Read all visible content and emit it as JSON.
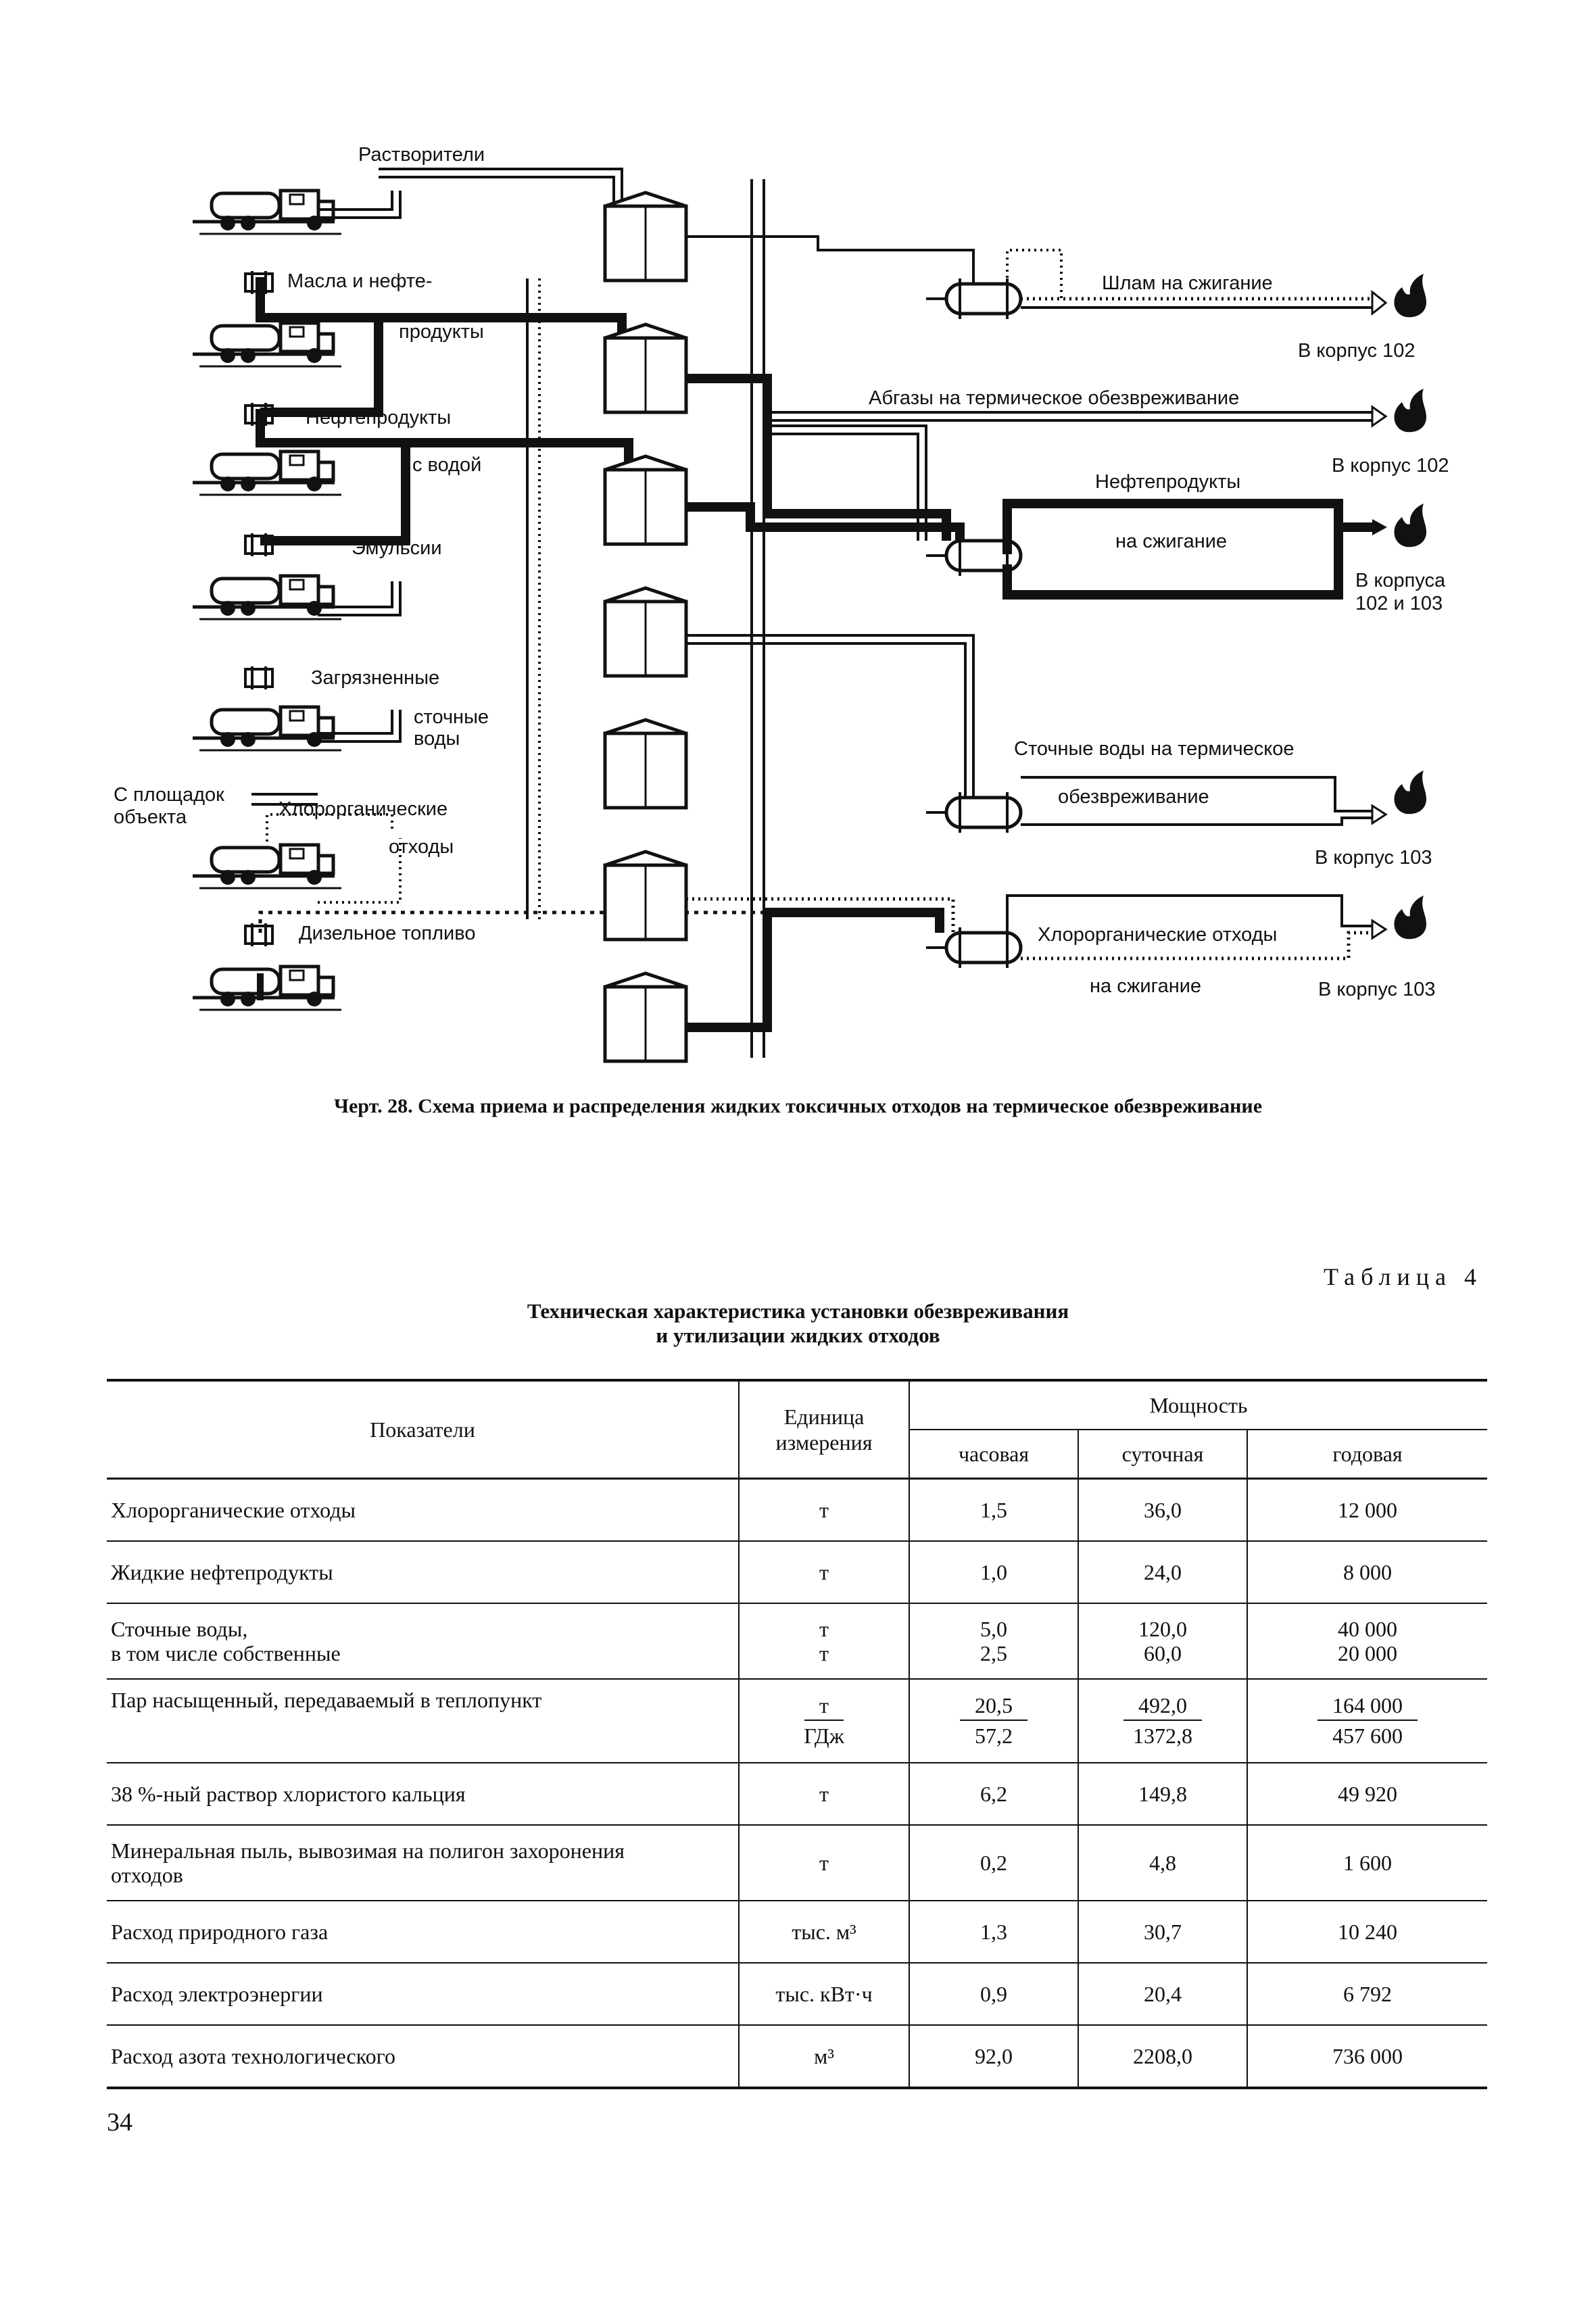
{
  "diagram": {
    "labels": {
      "rastvoriteli": "Растворители",
      "masla1": "Масла и нефте-",
      "masla2": "продукты",
      "nefteprodukty1": "Нефтепродукты",
      "nefteprodukty2": "с водой",
      "emulsii": "Эмульсии",
      "zagr1": "Загрязненные",
      "zagr2": "сточные",
      "zagr3": "воды",
      "ploshadok1": "С площадок",
      "ploshadok2": "объекта",
      "hlor1": "Хлорорганические",
      "hlor2": "отходы",
      "dizel": "Дизельное топливо",
      "shlam": "Шлам на сжигание",
      "korpus102a": "В корпус 102",
      "abgazy": "Абгазы на термическое обезвреживание",
      "korpus102b": "В корпус 102",
      "neft_out1": "Нефтепродукты",
      "neft_out2": "на сжигание",
      "korpusa1": "В корпуса",
      "korpusa2": "102 и 103",
      "stoch1": "Сточные воды на термическое",
      "stoch2": "обезвреживание",
      "korpus103a": "В корпус 103",
      "hlor_out1": "Хлорорганические отходы",
      "hlor_out2": "на сжигание",
      "korpus103b": "В корпус 103"
    },
    "icons": [
      "tanker-truck-icon",
      "storage-tank-icon",
      "separator-vessel-icon",
      "flame-icon",
      "pump-icon"
    ]
  },
  "caption": "Черт. 28. Схема приема и распределения жидких токсичных отходов на термическое обезвреживание",
  "table": {
    "number": "Таблица 4",
    "title_line1": "Техническая характеристика установки обезвреживания",
    "title_line2": "и утилизации жидких отходов",
    "headers": {
      "indicator": "Показатели",
      "unit1": "Единица",
      "unit2": "измерения",
      "power": "Мощность",
      "hourly": "часовая",
      "daily": "суточная",
      "annual": "годовая"
    },
    "rows": [
      {
        "name": "Хлорорганические отходы",
        "unit": "т",
        "hourly": "1,5",
        "daily": "36,0",
        "annual": "12 000"
      },
      {
        "name": "Жидкие нефтепродукты",
        "unit": "т",
        "hourly": "1,0",
        "daily": "24,0",
        "annual": "8 000"
      },
      {
        "name1": "Сточные воды,",
        "name2": "в том числе собственные",
        "unit1": "т",
        "unit2": "т",
        "hourly1": "5,0",
        "hourly2": "2,5",
        "daily1": "120,0",
        "daily2": "60,0",
        "annual1": "40 000",
        "annual2": "20 000"
      },
      {
        "name": "Пар насыщенный, передаваемый в теплопункт",
        "unit_num": "т",
        "unit_den": "ГДж",
        "hourly_num": "20,5",
        "hourly_den": "57,2",
        "daily_num": "492,0",
        "daily_den": "1372,8",
        "annual_num": "164 000",
        "annual_den": "457 600"
      },
      {
        "name": "38 %-ный раствор хлористого кальция",
        "unit": "т",
        "hourly": "6,2",
        "daily": "149,8",
        "annual": "49 920"
      },
      {
        "name1": "Минеральная пыль, вывозимая на полигон захоронения",
        "name2": "отходов",
        "unit": "т",
        "hourly": "0,2",
        "daily": "4,8",
        "annual": "1 600"
      },
      {
        "name": "Расход природного газа",
        "unit": "тыс. м³",
        "hourly": "1,3",
        "daily": "30,7",
        "annual": "10 240"
      },
      {
        "name": "Расход электроэнергии",
        "unit": "тыс. кВт·ч",
        "hourly": "0,9",
        "daily": "20,4",
        "annual": "6 792"
      },
      {
        "name": "Расход азота технологического",
        "unit": "м³",
        "hourly": "92,0",
        "daily": "2208,0",
        "annual": "736 000"
      }
    ]
  },
  "page_number": "34"
}
